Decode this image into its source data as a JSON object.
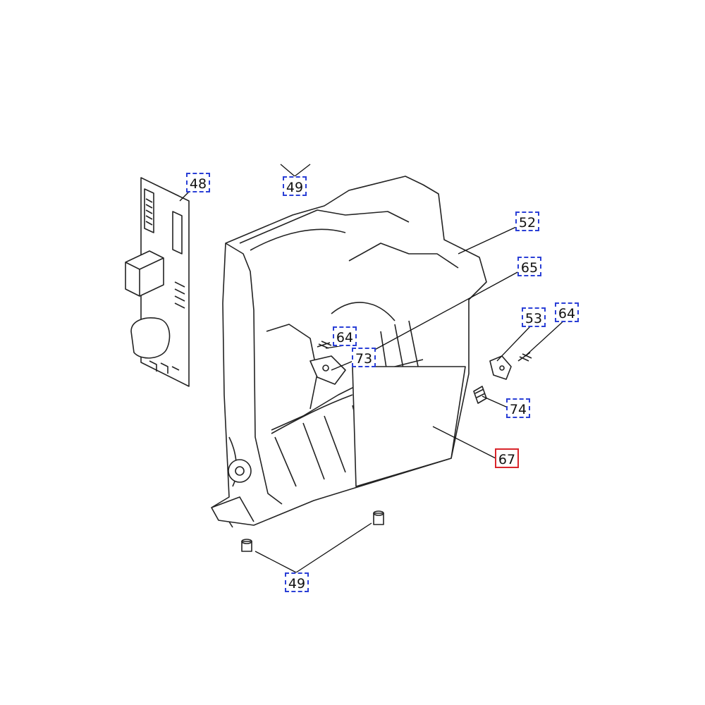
{
  "colors": {
    "callout_border": "#2a3fd6",
    "selected_border": "#d9252b",
    "line": "#111111"
  },
  "callouts": [
    {
      "label": "48"
    },
    {
      "label": "49"
    },
    {
      "label": "52"
    },
    {
      "label": "65"
    },
    {
      "label": "64"
    },
    {
      "label": "53"
    },
    {
      "label": "64"
    },
    {
      "label": "73"
    },
    {
      "label": "74"
    },
    {
      "label": "67",
      "selected": true
    },
    {
      "label": "49"
    }
  ]
}
